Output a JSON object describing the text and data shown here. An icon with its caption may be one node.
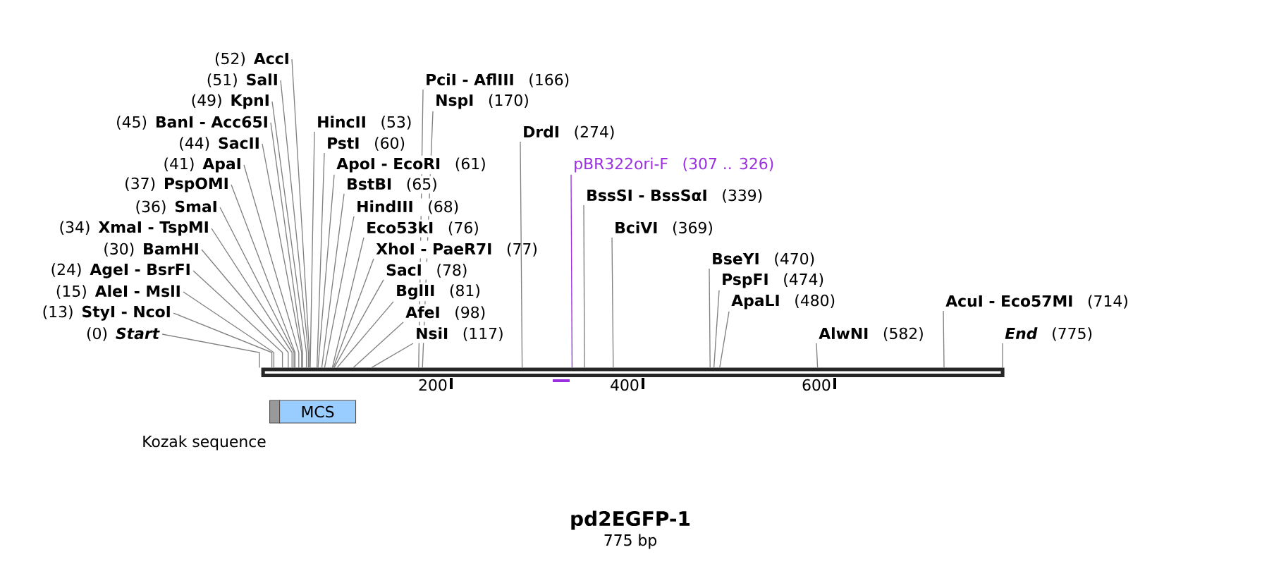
{
  "diagram": {
    "title": "pd2EGFP-1",
    "caption": "775 bp",
    "nodes": [
      {
        "text": [
          "(52)",
          "AccI"
        ]
      },
      {
        "text": [
          "(51)",
          "SalI"
        ]
      },
      {
        "text": [
          "(49)",
          "KpnI"
        ]
      },
      {
        "text": [
          "(45)",
          "BanI - Acc65I"
        ]
      },
      {
        "text": [
          "(44)",
          "SacII"
        ]
      },
      {
        "text": [
          "(41)",
          "ApaI"
        ]
      },
      {
        "text": [
          "(37)",
          "PspOMI"
        ]
      },
      {
        "text": [
          "(36)",
          "SmaI"
        ]
      },
      {
        "text": [
          "(34)",
          "XmaI - TspMI"
        ]
      },
      {
        "text": [
          "(30)",
          "BamHI"
        ]
      },
      {
        "text": [
          "(24)",
          "AgeI - BsrFI"
        ]
      },
      {
        "text": [
          "(15)",
          "AleI - MslI"
        ]
      },
      {
        "text": [
          "(13)",
          "StyI - NcoI"
        ]
      },
      {
        "text": [
          "(0)",
          "*Start*"
        ]
      },
      {
        "text": [
          "PciI - AflIII",
          "(166)"
        ]
      },
      {
        "text": [
          "NspI",
          "(170)"
        ]
      },
      {
        "text": [
          "HincII",
          "(53)"
        ]
      },
      {
        "text": [
          "PstI",
          "(60)"
        ]
      },
      {
        "text": [
          "ApoI - EcoRI",
          "(61)"
        ]
      },
      {
        "text": [
          "BstBI",
          "(65)"
        ]
      },
      {
        "text": [
          "HindIII",
          "(68)"
        ]
      },
      {
        "text": [
          "Eco53kI",
          "(76)"
        ]
      },
      {
        "text": [
          "XhoI - PaeR7I",
          "(77)"
        ]
      },
      {
        "text": [
          "SacI",
          "(78)"
        ]
      },
      {
        "text": [
          "BglII",
          "(81)"
        ]
      },
      {
        "text": [
          "AfeI",
          "(98)"
        ]
      },
      {
        "text": [
          "NsiI",
          "(117)"
        ]
      },
      {
        "text": [
          "DrdI",
          "(274)"
        ]
      },
      {
        "text": [
          "pBR322ori-F",
          "(307 .. 326)"
        ]
      },
      {
        "text": [
          "BssSI - BssSαI",
          "(339)"
        ]
      },
      {
        "text": [
          "BciVI",
          "(369)"
        ]
      },
      {
        "text": [
          "BseYI",
          "(470)"
        ]
      },
      {
        "text": [
          "PspFI",
          "(474)"
        ]
      },
      {
        "text": [
          "ApaLI",
          "(480)"
        ]
      },
      {
        "text": [
          "AcuI - Eco57MI",
          "(714)"
        ]
      },
      {
        "text": [
          "AlwNI",
          "(582)"
        ]
      },
      {
        "text": [
          "*End*",
          "(775)"
        ]
      },
      {
        "text": [],
        "shape": "box",
        "beside": [
          "Kozak sequence"
        ]
      },
      {
        "text": [
          "MCS"
        ]
      },
      {
        "text": [],
        "shape": "bar"
      }
    ],
    "edges": [
      {
        "from": 0,
        "to": 39,
        "arrow": "none"
      },
      {
        "from": 1,
        "to": 39,
        "arrow": "none"
      },
      {
        "from": 2,
        "to": 39,
        "arrow": "none"
      },
      {
        "from": 3,
        "to": 39,
        "arrow": "none"
      },
      {
        "from": 4,
        "to": 39,
        "arrow": "none"
      },
      {
        "from": 5,
        "to": 39,
        "arrow": "none"
      },
      {
        "from": 6,
        "to": 39,
        "arrow": "none"
      },
      {
        "from": 7,
        "to": 39,
        "arrow": "none"
      },
      {
        "from": 8,
        "to": 39,
        "arrow": "none"
      },
      {
        "from": 9,
        "to": 39,
        "arrow": "none"
      },
      {
        "from": 10,
        "to": 39,
        "arrow": "none"
      },
      {
        "from": 11,
        "to": 39,
        "arrow": "none"
      },
      {
        "from": 12,
        "to": 39,
        "arrow": "none"
      },
      {
        "from": 13,
        "to": 39,
        "arrow": "none"
      },
      {
        "from": 14,
        "to": 39,
        "arrow": "none"
      },
      {
        "from": 15,
        "to": 39,
        "arrow": "none"
      },
      {
        "from": 16,
        "to": 39,
        "arrow": "none"
      },
      {
        "from": 17,
        "to": 39,
        "arrow": "none"
      },
      {
        "from": 18,
        "to": 39,
        "arrow": "none"
      },
      {
        "from": 19,
        "to": 39,
        "arrow": "none"
      },
      {
        "from": 20,
        "to": 39,
        "arrow": "none"
      },
      {
        "from": 21,
        "to": 39,
        "arrow": "none"
      },
      {
        "from": 22,
        "to": 39,
        "arrow": "none"
      },
      {
        "from": 23,
        "to": 39,
        "arrow": "none"
      },
      {
        "from": 24,
        "to": 39,
        "arrow": "none"
      },
      {
        "from": 25,
        "to": 39,
        "arrow": "none"
      },
      {
        "from": 26,
        "to": 39,
        "arrow": "none"
      },
      {
        "from": 27,
        "to": 39,
        "arrow": "none"
      },
      {
        "from": 28,
        "to": 39,
        "arrow": "none",
        "color": "#9b30e0"
      },
      {
        "from": 29,
        "to": 39,
        "arrow": "none"
      },
      {
        "from": 30,
        "to": 39,
        "arrow": "none"
      },
      {
        "from": 31,
        "to": 39,
        "arrow": "none"
      },
      {
        "from": 32,
        "to": 39,
        "arrow": "none"
      },
      {
        "from": 33,
        "to": 39,
        "arrow": "none"
      },
      {
        "from": 34,
        "to": 39,
        "arrow": "none"
      },
      {
        "from": 35,
        "to": 39,
        "arrow": "none"
      },
      {
        "from": 36,
        "to": 39,
        "arrow": "none"
      }
    ],
    "labels": [
      "200",
      "400",
      "600"
    ]
  }
}
